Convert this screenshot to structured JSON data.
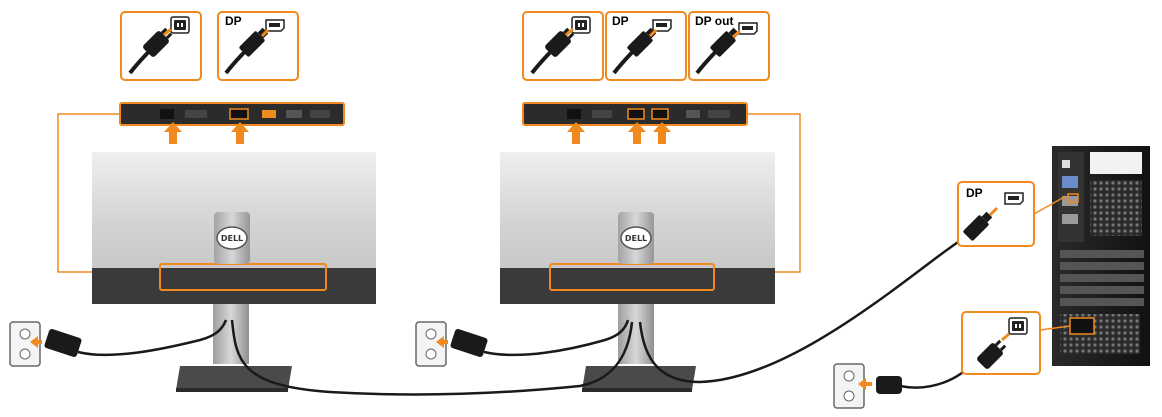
{
  "monitor1": {
    "callouts": [
      {
        "label": ""
      },
      {
        "label": "DP"
      }
    ],
    "brand": "DELL"
  },
  "monitor2": {
    "callouts": [
      {
        "label": ""
      },
      {
        "label": "DP"
      },
      {
        "label": "DP out"
      }
    ],
    "brand": "DELL"
  },
  "computer": {
    "callouts": [
      {
        "label": "DP"
      },
      {
        "label": ""
      }
    ]
  },
  "colors": {
    "accent": "#F08A1E",
    "cable": "#1a1a1a",
    "monitor_body": "#dcdcdc",
    "monitor_bar": "#3a3a3a",
    "stand": "#bdbdbd"
  }
}
